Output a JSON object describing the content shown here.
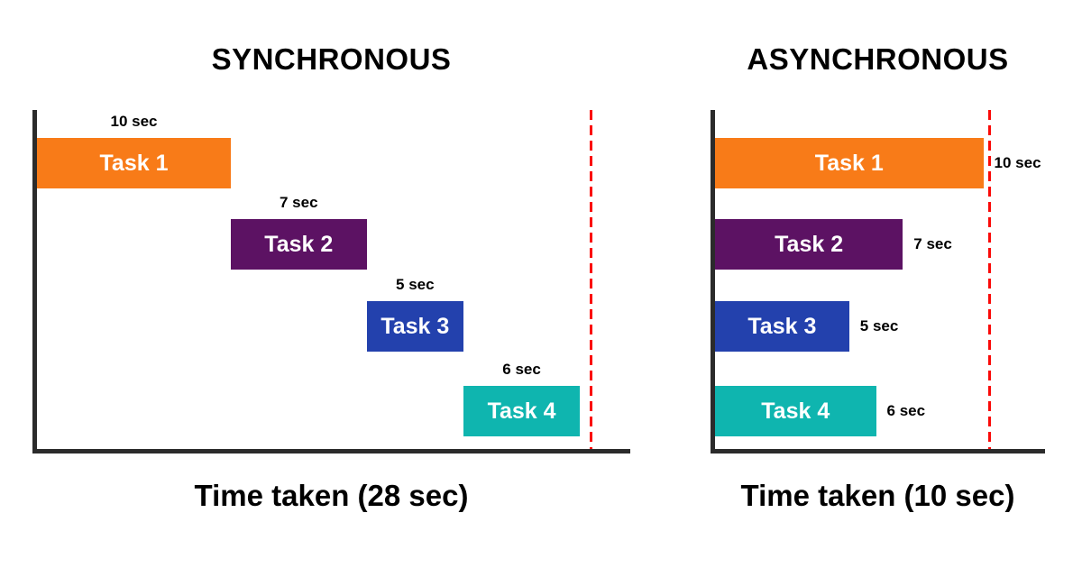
{
  "colors": {
    "axis": "#2b2b2b",
    "marker": "#fa0a08",
    "bar_text": "#ffffff",
    "background": "#ffffff",
    "task1": "#f87b18",
    "task2": "#5c1263",
    "task3": "#2341ad",
    "task4": "#0fb5af"
  },
  "chart_data": [
    {
      "type": "bar",
      "variant": "gantt",
      "title": "SYNCHRONOUS",
      "xlabel": "Time taken (28 sec)",
      "total_time_sec": 28,
      "xlim": [
        0,
        30.6
      ],
      "marker_sec": 28.5,
      "duration_label_mode": "above",
      "legend": "none",
      "grid": false,
      "tasks": [
        {
          "label": "Task 1",
          "start_sec": 0,
          "duration_sec": 10,
          "duration_label": "10 sec",
          "color": "#f87b18"
        },
        {
          "label": "Task 2",
          "start_sec": 10,
          "duration_sec": 7,
          "duration_label": "7 sec",
          "color": "#5c1263"
        },
        {
          "label": "Task 3",
          "start_sec": 17,
          "duration_sec": 5,
          "duration_label": "5 sec",
          "color": "#2341ad"
        },
        {
          "label": "Task 4",
          "start_sec": 22,
          "duration_sec": 6,
          "duration_label": "6 sec",
          "color": "#0fb5af"
        }
      ]
    },
    {
      "type": "bar",
      "variant": "gantt",
      "title": "ASYNCHRONOUS",
      "xlabel": "Time taken (10 sec)",
      "total_time_sec": 10,
      "xlim": [
        0,
        12.3
      ],
      "marker_sec": 10.17,
      "duration_label_mode": "right",
      "legend": "none",
      "grid": false,
      "tasks": [
        {
          "label": "Task 1",
          "start_sec": 0,
          "duration_sec": 10,
          "duration_label": "10 sec",
          "color": "#f87b18"
        },
        {
          "label": "Task 2",
          "start_sec": 0,
          "duration_sec": 7,
          "duration_label": "7 sec",
          "color": "#5c1263"
        },
        {
          "label": "Task 3",
          "start_sec": 0,
          "duration_sec": 5,
          "duration_label": "5 sec",
          "color": "#2341ad"
        },
        {
          "label": "Task 4",
          "start_sec": 0,
          "duration_sec": 6,
          "duration_label": "6 sec",
          "color": "#0fb5af"
        }
      ]
    }
  ]
}
